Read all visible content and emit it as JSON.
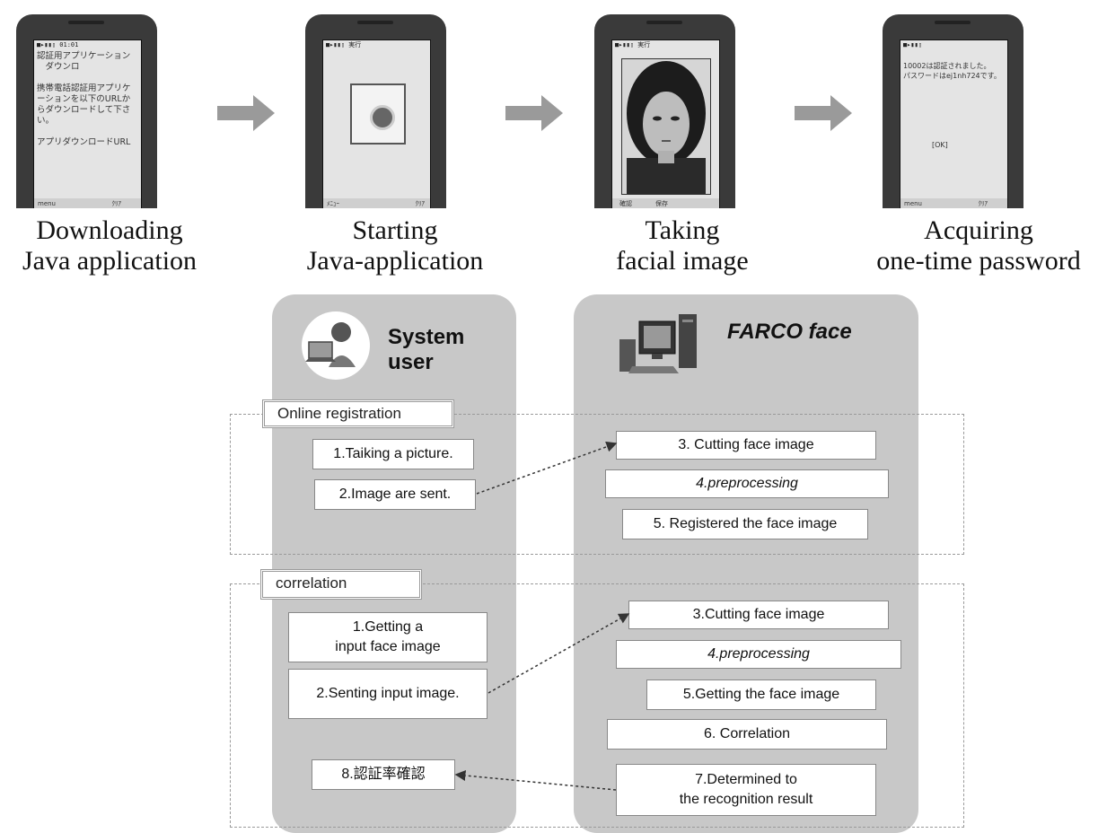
{
  "steps": [
    {
      "caption": "Downloading\nJava application",
      "screen_status": "■▸▮▮▯    01:01",
      "screen_text": "認証用アプリケーション\n　ダウンロ\n\n携帯電話認証用アプリケーションを以下のURLからダウンロードして下さい。\n\nアプリダウンロードURL",
      "softkey_left": "menu",
      "softkey_right": "ｸﾘｱ"
    },
    {
      "caption": "Starting\nJava-application",
      "screen_status": "■▸▮▮▯ 実行",
      "softkey_left": "ﾒﾆｭｰ",
      "softkey_right": "ｸﾘｱ"
    },
    {
      "caption": "Taking\nfacial image",
      "screen_status": "■▸▮▮▯ 実行",
      "softkey_left": "確認",
      "softkey_right": "保存"
    },
    {
      "caption": "Acquiring\none-time password",
      "screen_status": "■▸▮▮▯",
      "screen_text": "\n10002は認証されました。\nパスワードはej1nh724です。\n\n\n\n\n\n\n　　　　[OK]",
      "softkey_left": "menu",
      "softkey_right": "ｸﾘｱ"
    }
  ],
  "lanes": {
    "user_title": "System\nuser",
    "server_title": "FARCO face"
  },
  "registration": {
    "label": "Online registration",
    "user_steps": [
      "1.Taiking a picture.",
      "2.Image are sent."
    ],
    "server_steps": [
      "3. Cutting face image",
      "4.preprocessing",
      "5. Registered the face image"
    ]
  },
  "correlation": {
    "label": "correlation",
    "user_steps": [
      "1.Getting a\ninput face image",
      "2.Senting input image.",
      "8.認証率確認"
    ],
    "server_steps": [
      "3.Cutting face image",
      "4.preprocessing",
      "5.Getting the face image",
      "6. Correlation",
      "7.Determined to\nthe recognition result"
    ]
  },
  "colors": {
    "lane": "#c8c8c8",
    "arrow": "#9a9a9a",
    "phone": "#3a3a3a"
  },
  "icons": [
    "right-arrow-icon",
    "user-with-laptop-icon",
    "computer-workstation-icon",
    "camera-icon"
  ]
}
